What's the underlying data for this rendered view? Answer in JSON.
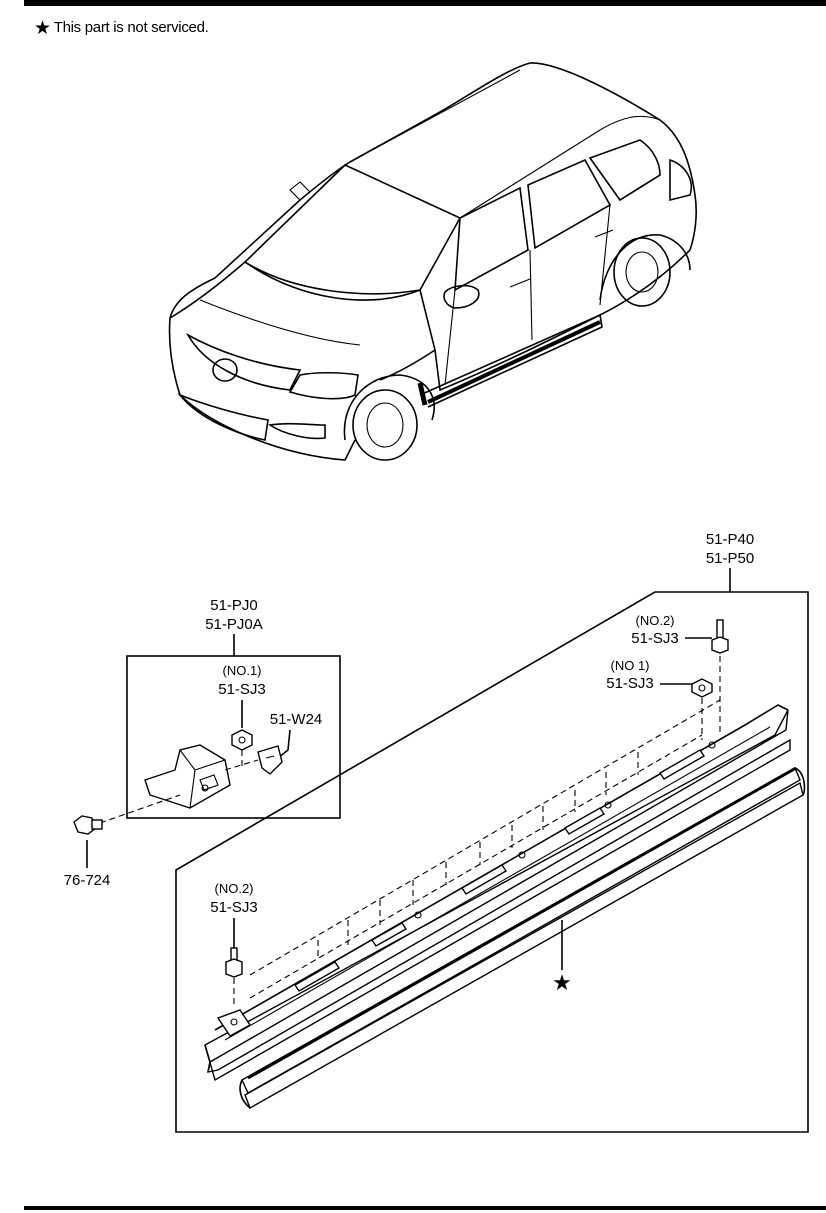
{
  "note": {
    "star_symbol": "★",
    "text": "This part is not serviced."
  },
  "callouts": {
    "kit_main_line1": "51-P40",
    "kit_main_line2": "51-P50",
    "kit_front_line1": "51-PJ0",
    "kit_front_line2": "51-PJ0A",
    "front_clip_no": "(NO.1)",
    "front_clip_part": "51-SJ3",
    "front_fastener": "51-W24",
    "screw": "76-724",
    "rear_top_clip_no": "(NO.2)",
    "rear_top_clip_part": "51-SJ3",
    "rear_lower_clip_no": "(NO 1)",
    "rear_lower_clip_part": "51-SJ3",
    "left_clip_no": "(NO.2)",
    "left_clip_part": "51-SJ3",
    "molding_marker": "★"
  }
}
